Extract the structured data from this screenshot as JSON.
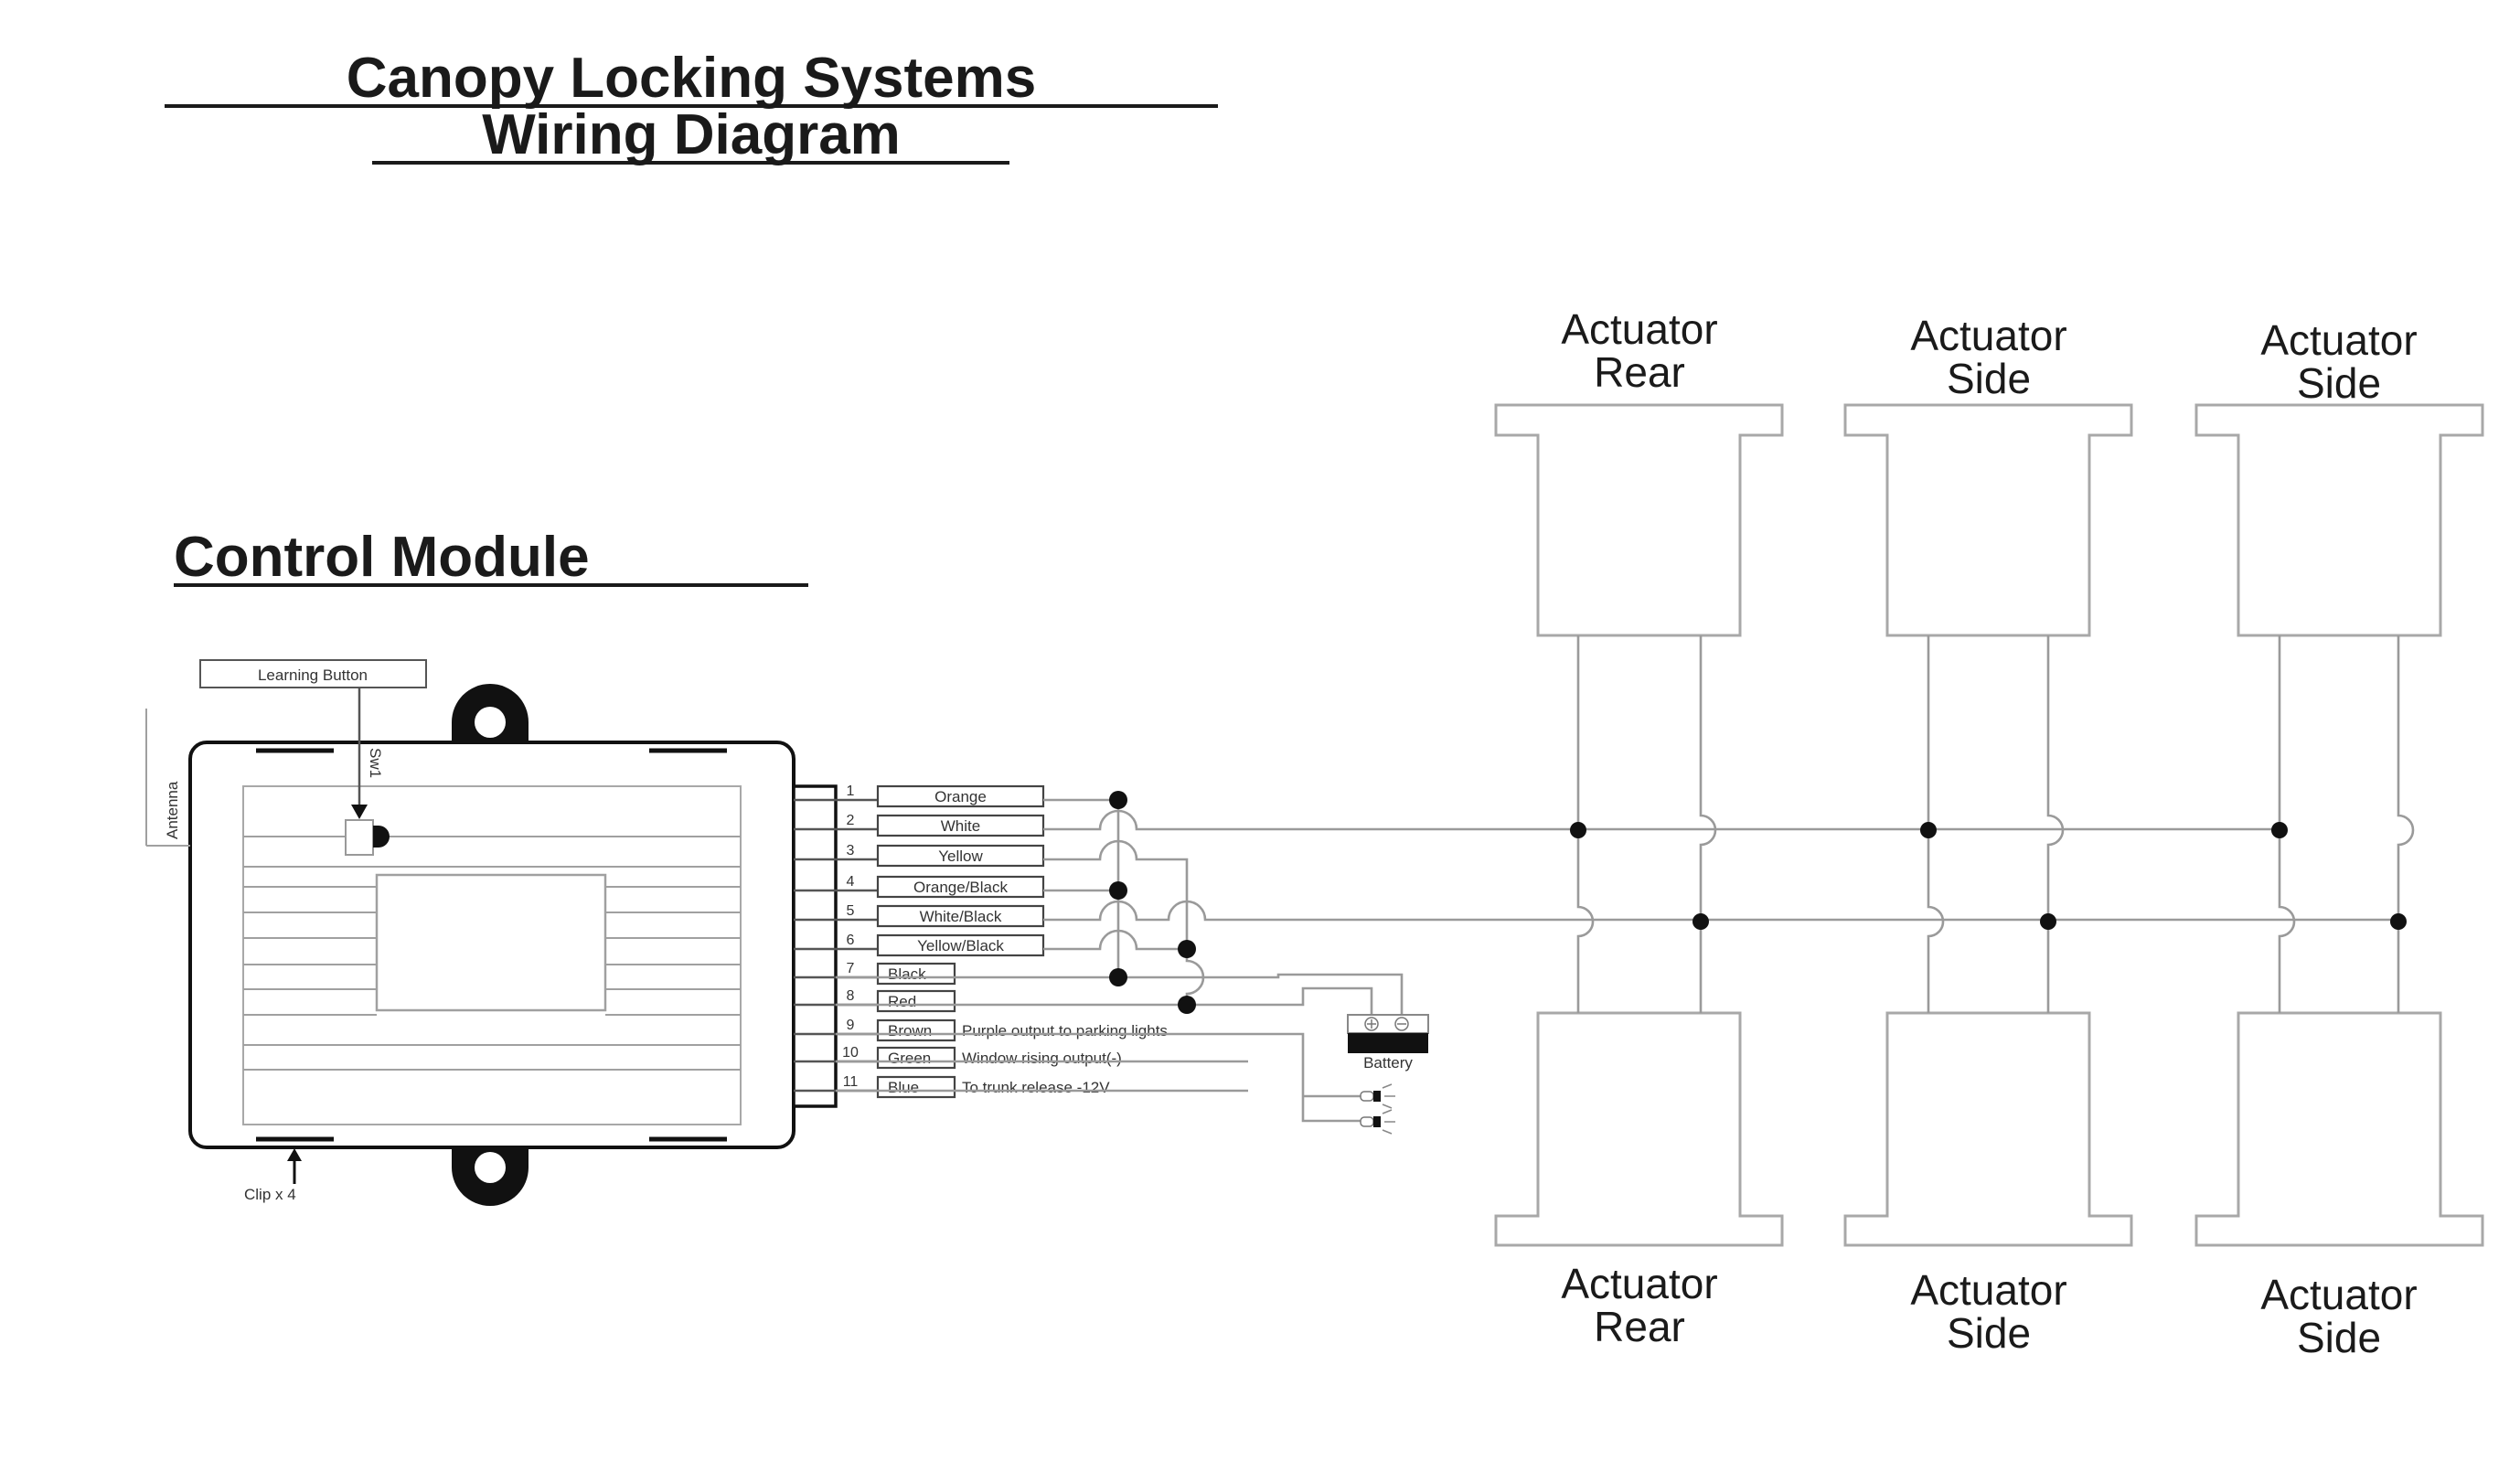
{
  "title": {
    "line1": "Canopy Locking Systems",
    "line2": "Wiring Diagram"
  },
  "module": {
    "heading": "Control Module",
    "learning_button": "Learning Button",
    "switch_label": "Sw1",
    "antenna_label": "Antenna",
    "clip_label": "Clip x 4"
  },
  "wires": [
    {
      "pin": "1",
      "color": "Orange",
      "note": ""
    },
    {
      "pin": "2",
      "color": "White",
      "note": ""
    },
    {
      "pin": "3",
      "color": "Yellow",
      "note": ""
    },
    {
      "pin": "4",
      "color": "Orange/Black",
      "note": ""
    },
    {
      "pin": "5",
      "color": "White/Black",
      "note": ""
    },
    {
      "pin": "6",
      "color": "Yellow/Black",
      "note": ""
    },
    {
      "pin": "7",
      "color": "Black",
      "note": ""
    },
    {
      "pin": "8",
      "color": "Red",
      "note": ""
    },
    {
      "pin": "9",
      "color": "Brown",
      "note": "Purple output to parking lights"
    },
    {
      "pin": "10",
      "color": "Green",
      "note": "Window rising output(-)"
    },
    {
      "pin": "11",
      "color": "Blue",
      "note": "To trunk release -12V"
    }
  ],
  "battery": {
    "label": "Battery",
    "plus": "⊕",
    "minus": "⊖"
  },
  "actuators_top": [
    {
      "line1": "Actuator",
      "line2": "Rear"
    },
    {
      "line1": "Actuator",
      "line2": "Side"
    },
    {
      "line1": "Actuator",
      "line2": "Side"
    }
  ],
  "actuators_bottom": [
    {
      "line1": "Actuator",
      "line2": "Rear"
    },
    {
      "line1": "Actuator",
      "line2": "Side"
    },
    {
      "line1": "Actuator",
      "line2": "Side"
    }
  ]
}
